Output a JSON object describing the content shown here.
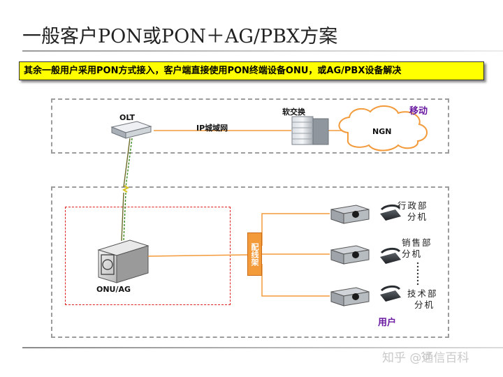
{
  "slide": {
    "title": "一般客户PON或PON＋AG/PBX方案",
    "note": "其余一般用户采用PON方式接入，客户端直接使用PON终端设备ONU，或AG/PBX设备解决"
  },
  "diagram": {
    "top_region_label": "移动",
    "bottom_region_label": "用户",
    "olt_label": "OLT",
    "network_label": "IP城域网",
    "softswitch_label": "软交换",
    "ngn_label": "NGN",
    "onu_label": "ONU/AG",
    "ddf_label": "配线架",
    "extensions": [
      {
        "line1": "行政部",
        "line2": "分机"
      },
      {
        "line1": "销售部",
        "line2": "分机"
      },
      {
        "line1": "技术部",
        "line2": "分机"
      }
    ]
  },
  "watermark": "知乎 @通信百科",
  "colors": {
    "note_bg": "#ffff00",
    "region_label": "#6a1aa0",
    "orange_line": "#f39a3a",
    "red_dashed": "#e02020",
    "green_link": "#3a8a1e"
  }
}
